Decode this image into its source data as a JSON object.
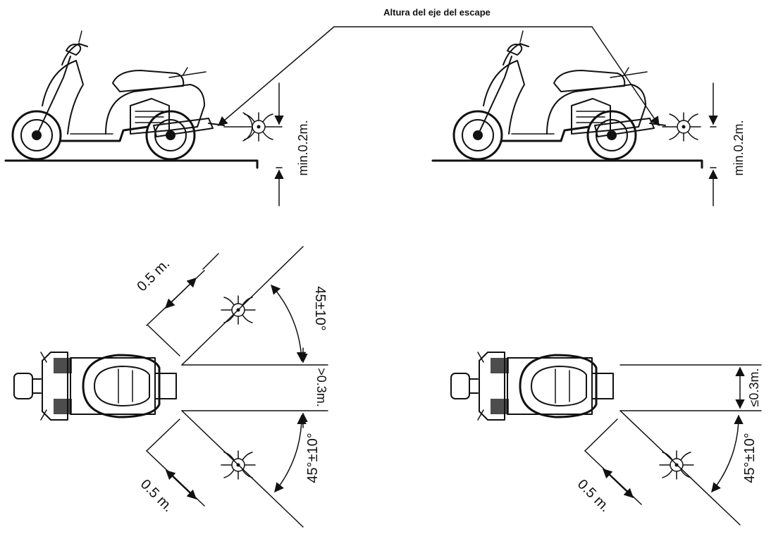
{
  "diagram": {
    "title": "Altura del eje del escape",
    "labels": {
      "side_left_height": "min.0.2m.",
      "side_right_height": "min.0.2m.",
      "top_left_upper_distance": "0.5  m.",
      "top_left_upper_angle": "45±10°",
      "top_left_gap": ">0.3m.",
      "top_left_lower_angle": "45°±10°",
      "top_left_lower_distance": "0.5  m.",
      "top_right_gap": "≤0.3m.",
      "top_right_angle": "45°±10°",
      "top_right_distance": "0.5  m."
    },
    "colors": {
      "ink": "#111111",
      "background": "#ffffff"
    },
    "icons": [
      "scooter-side-view",
      "scooter-top-view",
      "microphone-symbol"
    ]
  }
}
